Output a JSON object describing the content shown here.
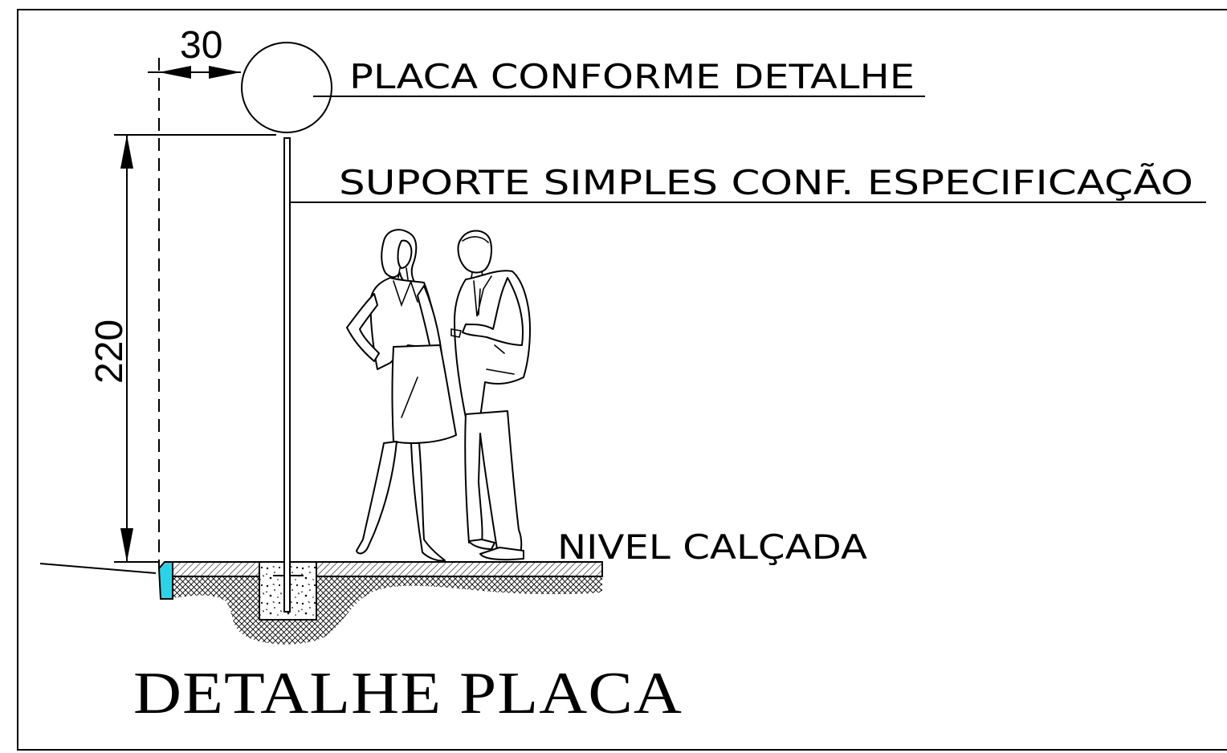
{
  "labels": {
    "plate": "PLACA  CONFORME  DETALHE",
    "support": "SUPORTE  SIMPLES  CONF.  ESPECIFICAÇÃO",
    "ground": "NIVEL  CALÇADA",
    "title": "DETALHE PLACA"
  },
  "dimensions": {
    "offset": "30",
    "height": "220"
  },
  "colors": {
    "curb": "#2ad4e8",
    "line": "#000000"
  }
}
